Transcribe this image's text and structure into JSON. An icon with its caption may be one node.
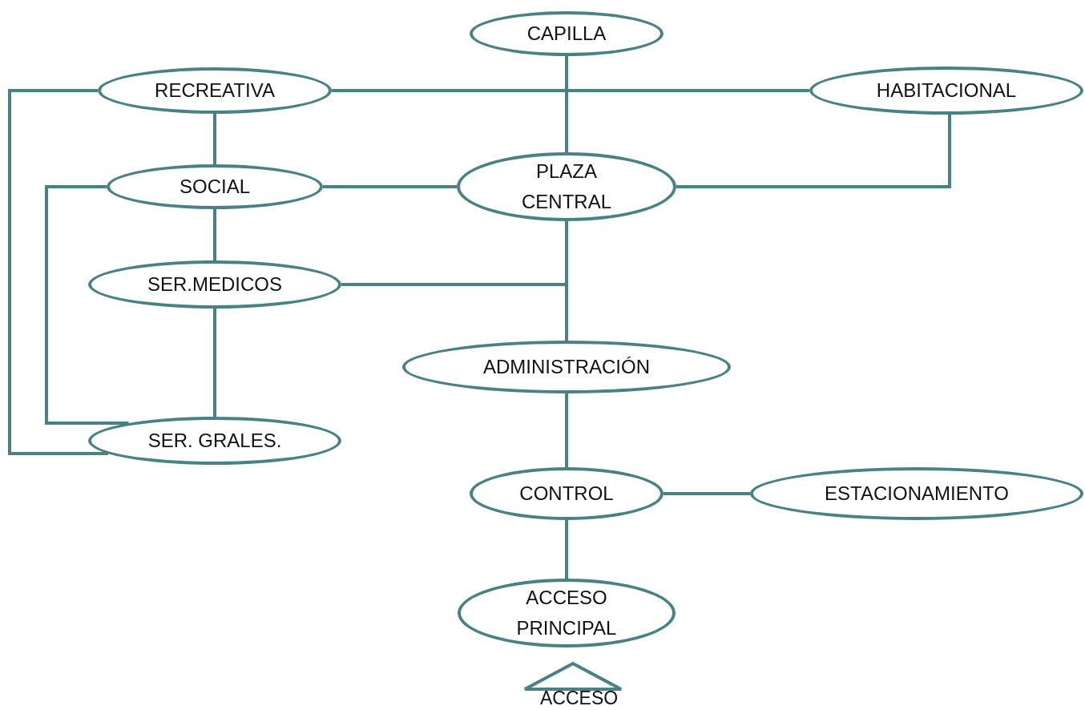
{
  "diagram": {
    "nodes": [
      {
        "text": [
          "CAPILLA"
        ]
      },
      {
        "text": [
          "RECREATIVA"
        ]
      },
      {
        "text": [
          "HABITACIONAL"
        ]
      },
      {
        "text": [
          "SOCIAL"
        ]
      },
      {
        "text": [
          "PLAZA CENTRAL"
        ]
      },
      {
        "text": [
          "SER.MEDICOS"
        ]
      },
      {
        "text": [
          "ADMINISTRACIÓN"
        ]
      },
      {
        "text": [
          "SER. GRALES."
        ]
      },
      {
        "text": [
          "CONTROL"
        ]
      },
      {
        "text": [
          "ESTACIONAMIENTO"
        ]
      },
      {
        "text": [
          "ACCESO PRINCIPAL"
        ]
      }
    ],
    "edges": [
      {
        "from": 0,
        "to": 4,
        "arrow": "none"
      },
      {
        "from": 1,
        "to": 2,
        "arrow": "none"
      },
      {
        "from": 1,
        "to": 3,
        "arrow": "none"
      },
      {
        "from": 3,
        "to": 4,
        "arrow": "none"
      },
      {
        "from": 4,
        "to": 2,
        "arrow": "none"
      },
      {
        "from": 3,
        "to": 5,
        "arrow": "none"
      },
      {
        "from": 4,
        "to": 6,
        "arrow": "none"
      },
      {
        "from": 5,
        "to": 6,
        "arrow": "none"
      },
      {
        "from": 5,
        "to": 4,
        "arrow": "none"
      },
      {
        "from": 5,
        "to": 7,
        "arrow": "none"
      },
      {
        "from": 3,
        "to": 7,
        "arrow": "none"
      },
      {
        "from": 1,
        "to": 7,
        "arrow": "none"
      },
      {
        "from": 6,
        "to": 8,
        "arrow": "none"
      },
      {
        "from": 8,
        "to": 9,
        "arrow": "none"
      },
      {
        "from": 8,
        "to": 10,
        "arrow": "none"
      }
    ],
    "labels": [
      "ACCESO"
    ]
  }
}
